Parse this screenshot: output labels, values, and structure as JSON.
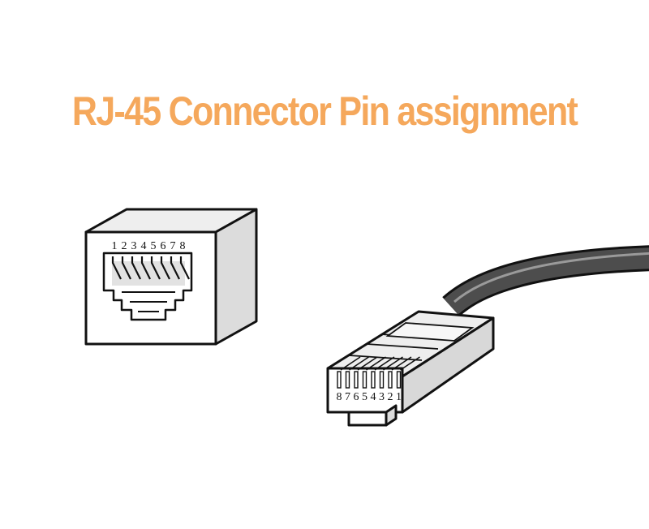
{
  "title": "RJ-45 Connector Pin assignment",
  "colors": {
    "title": "#f5a85c",
    "outline": "#111111",
    "face": "#ffffff",
    "side": "#dcdcdc",
    "top": "#eeeeee",
    "cable": "#4d4d4d"
  },
  "jack": {
    "pin_labels": [
      "1",
      "2",
      "3",
      "4",
      "5",
      "6",
      "7",
      "8"
    ]
  },
  "plug": {
    "pin_labels": [
      "8",
      "7",
      "6",
      "5",
      "4",
      "3",
      "2",
      "1"
    ]
  }
}
